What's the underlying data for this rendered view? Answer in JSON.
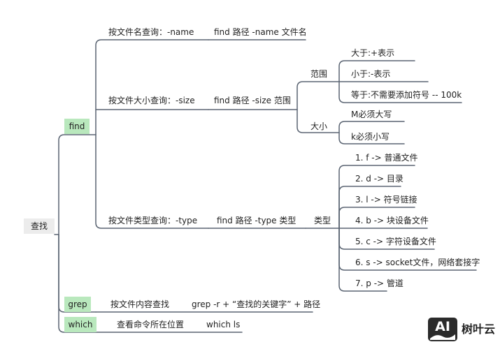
{
  "root": "查找",
  "find": {
    "label": "find",
    "by_name": {
      "label": "按文件名查询：-name",
      "cmd": "find 路径 -name 文件名"
    },
    "by_size": {
      "label": "按文件大小查询：-size",
      "cmd": "find 路径 -size 范围",
      "range": {
        "label": "范围",
        "items": [
          "大于:+表示",
          "小于:-表示",
          "等于:不需要添加符号  -- 100k"
        ]
      },
      "unit": {
        "label": "大小",
        "items": [
          "M必须大写",
          "k必须小写"
        ]
      }
    },
    "by_type": {
      "label": "按文件类型查询：-type",
      "cmd": "find 路径 -type 类型",
      "type_label": "类型",
      "items": [
        "1. f -> 普通文件",
        "2. d -> 目录",
        "3. l -> 符号链接",
        "4. b -> 块设备文件",
        "5. c -> 字符设备文件",
        "6. s -> socket文件，网络套接字",
        "7. p -> 管道"
      ]
    }
  },
  "grep": {
    "label": "grep",
    "desc": "按文件内容查找",
    "cmd": "grep -r + “查找的关键字” + 路径"
  },
  "which": {
    "label": "which",
    "desc": "查看命令所在位置",
    "cmd": "which ls"
  },
  "watermark": {
    "logo": "AI",
    "name": "树叶云"
  },
  "colors": {
    "line": "#5a6472",
    "root_bg": "#ececec",
    "tag_bg": "#b9e8bd"
  }
}
